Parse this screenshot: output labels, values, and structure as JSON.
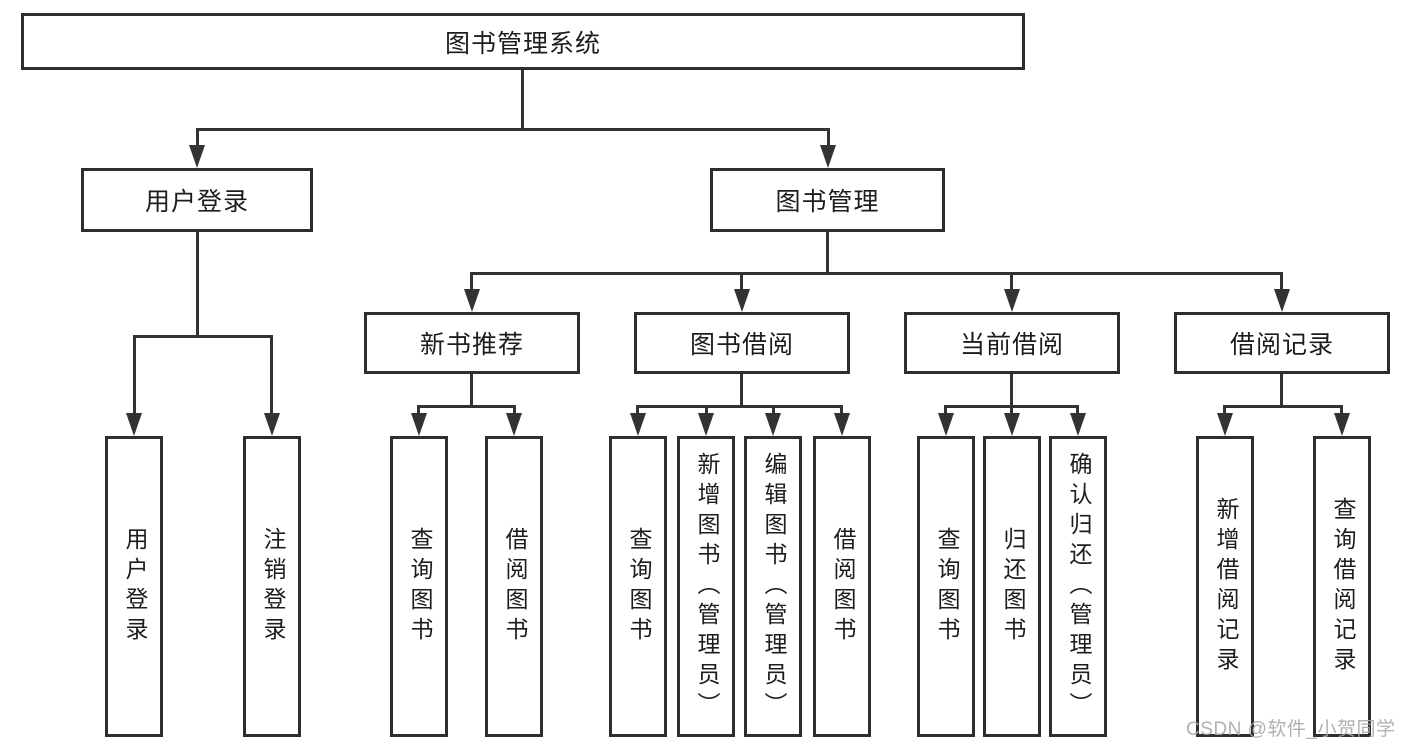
{
  "title": "图书管理系统",
  "colors": {
    "line": "#333333",
    "box_border": "#2e2e2e",
    "box_background": "#ffffff",
    "text": "#1d1d1d",
    "watermark": "#a8a8a8"
  },
  "nodes": {
    "root": "图书管理系统",
    "user_login": "用户登录",
    "book_management": "图书管理",
    "new_book_recommend": "新书推荐",
    "book_borrow": "图书借阅",
    "current_borrow": "当前借阅",
    "borrow_records": "借阅记录",
    "leaf_user_login": "用户登录",
    "leaf_logout": "注销登录",
    "rec_query_books": "查询图书",
    "rec_borrow_books": "借阅图书",
    "bb_query_books": "查询图书",
    "bb_add_books": "新增图书（管理员）",
    "bb_edit_books": "编辑图书（管理员）",
    "bb_borrow_books": "借阅图书",
    "cb_query_books": "查询图书",
    "cb_return_books": "归还图书",
    "cb_confirm_return": "确认归还（管理员）",
    "br_add_record": "新增借阅记录",
    "br_query_record": "查询借阅记录"
  },
  "watermark": "CSDN @软件_小贺同学"
}
